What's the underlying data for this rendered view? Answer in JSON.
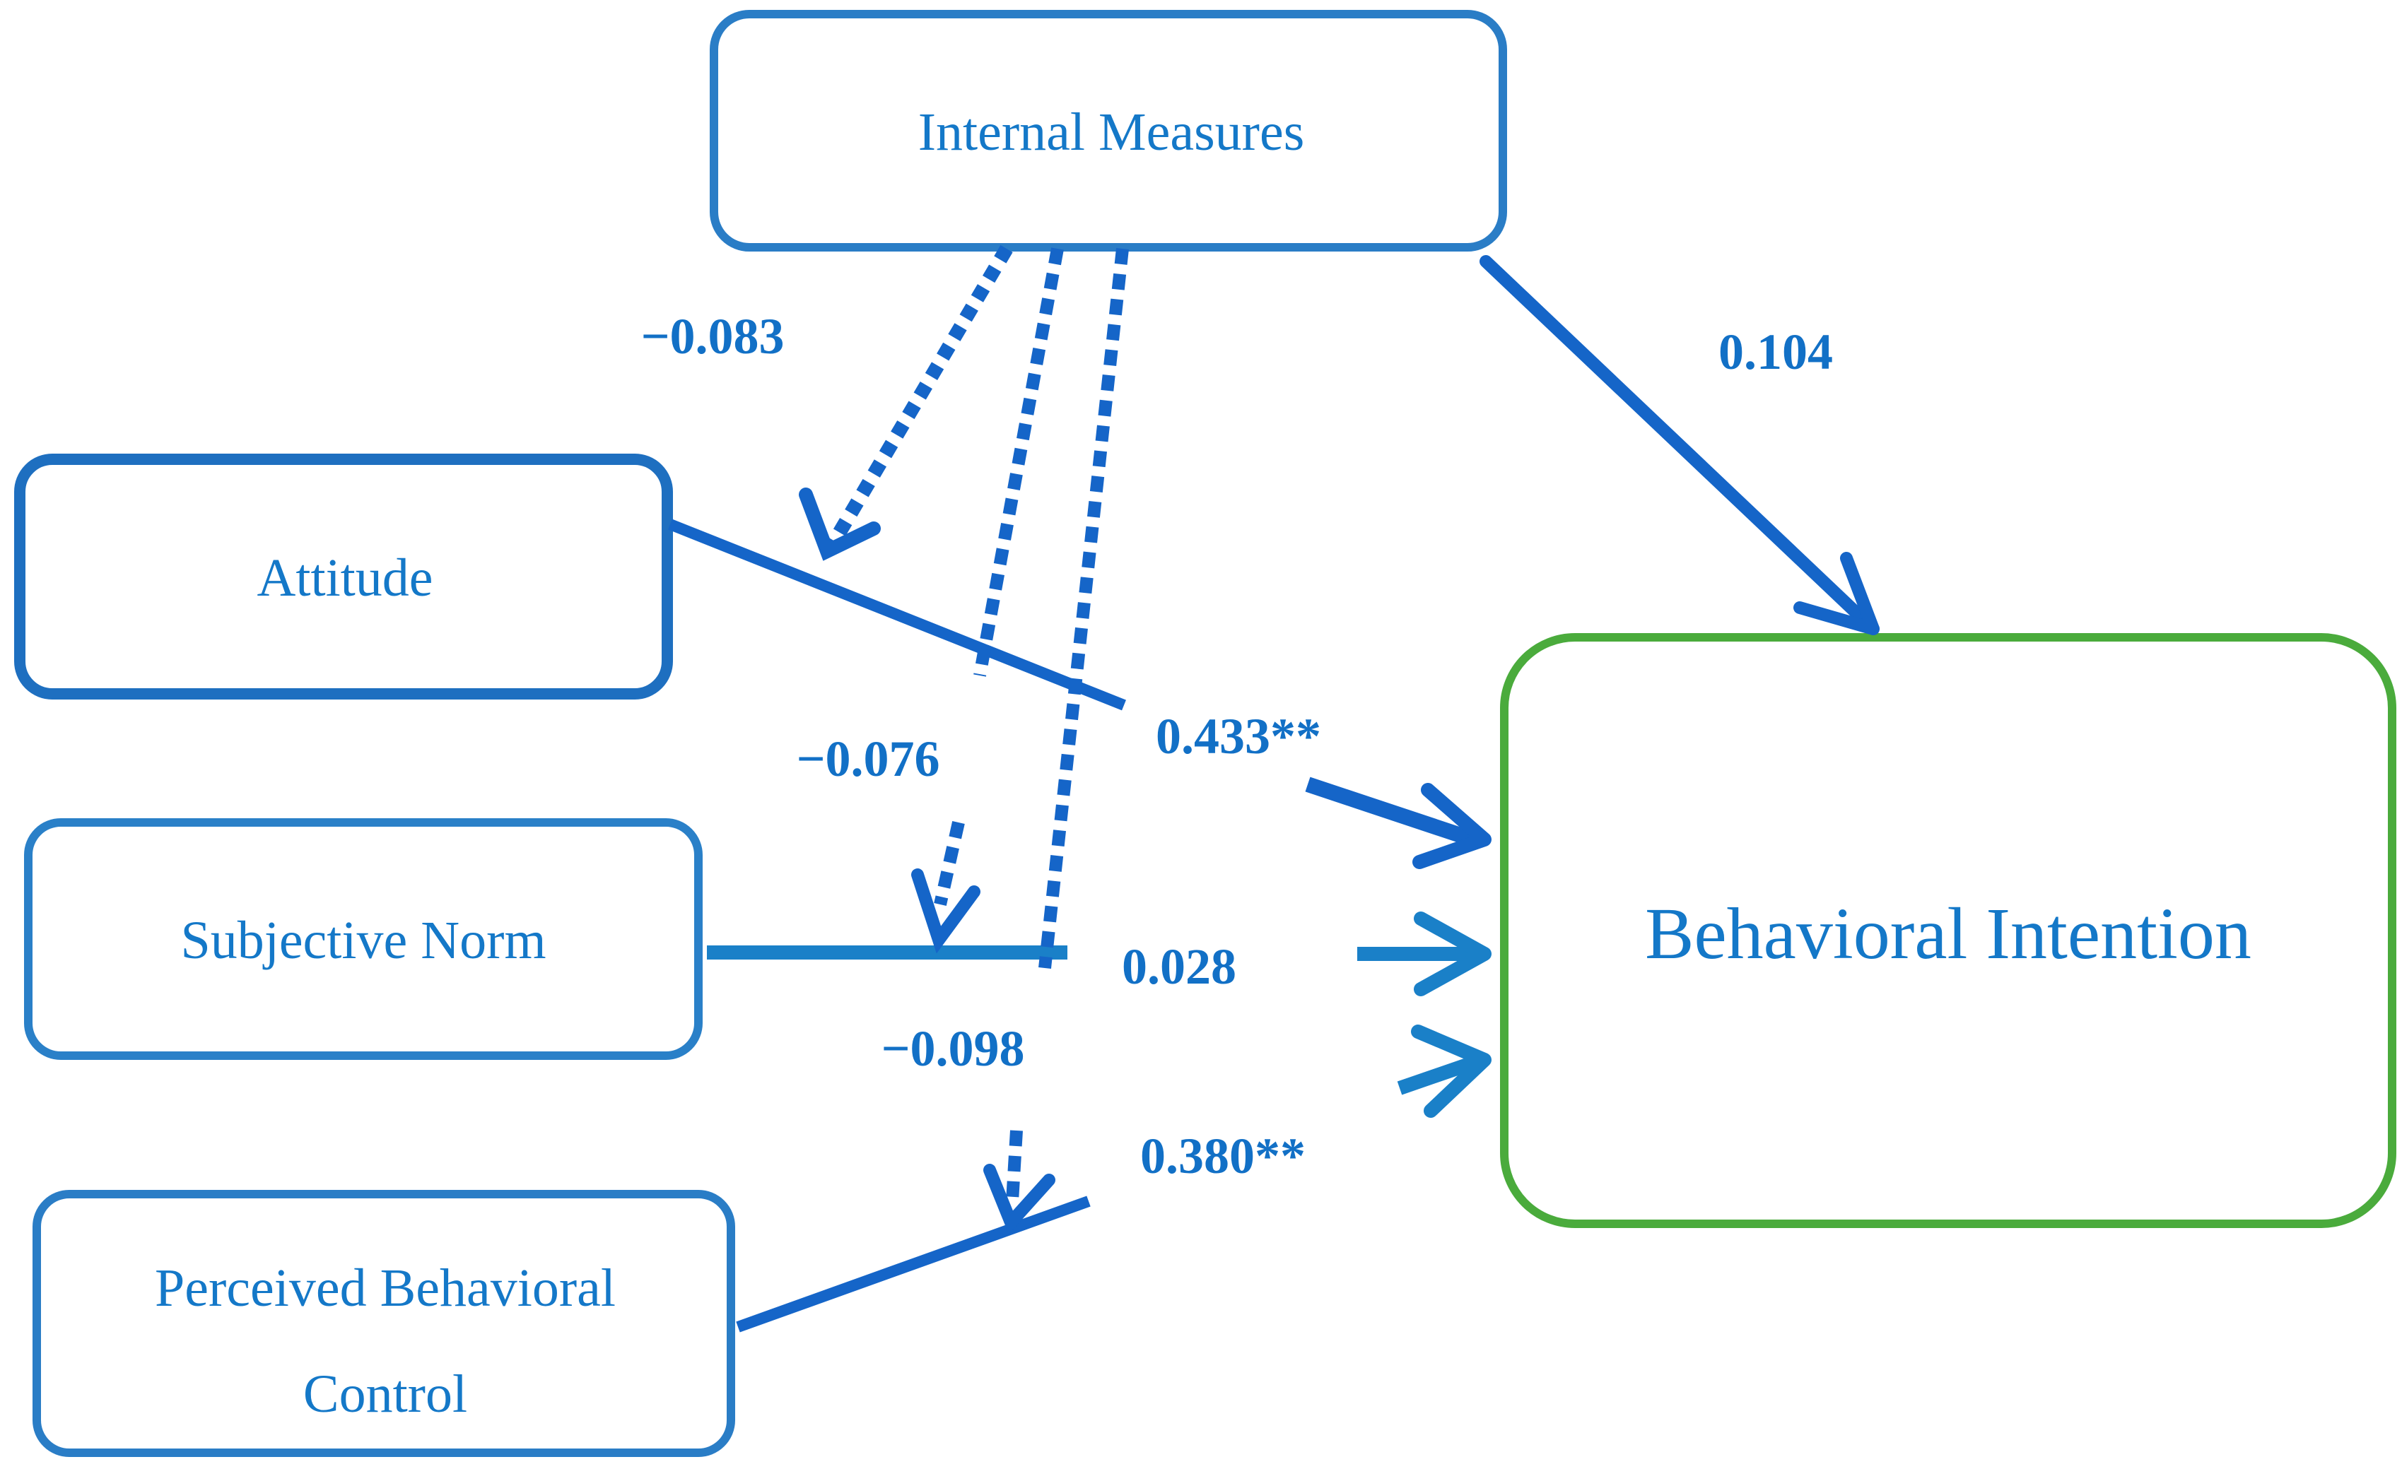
{
  "nodes": {
    "internal_measures": "Internal Measures",
    "attitude": "Attitude",
    "subjective_norm": "Subjective Norm",
    "pbc_line1": "Perceived Behavioral",
    "pbc_line2": "Control",
    "behavioral_intention": "Behavioral Intention"
  },
  "coefficients": {
    "im_to_attitude_path": "−0.083",
    "im_to_bi": "0.104",
    "attitude_to_bi": "0.433**",
    "im_to_sn_path": "−0.076",
    "sn_to_bi": "0.028",
    "im_to_pbc_path": "−0.098",
    "pbc_to_bi": "0.380**"
  },
  "colors": {
    "box_blue": "#1e6fc0",
    "text_blue": "#1478c8",
    "arrow_blue": "#1565c8",
    "outcome_green": "#4aab3c"
  }
}
